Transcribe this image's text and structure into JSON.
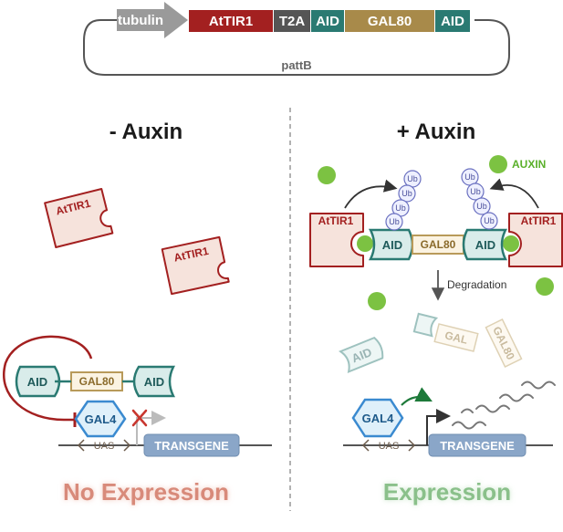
{
  "construct": {
    "promoter": "tubulin",
    "segments": [
      "AtTIR1",
      "T2A",
      "AID",
      "GAL80",
      "AID"
    ],
    "backbone": "pattB"
  },
  "left_panel": {
    "title": "- Auxin",
    "tir1_label": "AtTIR1",
    "aid_label": "AID",
    "gal80_label": "GAL80",
    "gal4_label": "GAL4",
    "uas_label": "UAS",
    "transgene_label": "TRANSGENE",
    "result": "No Expression"
  },
  "right_panel": {
    "title": "+ Auxin",
    "auxin_label": "AUXIN",
    "tir1_label": "AtTIR1",
    "ub_label": "Ub",
    "aid_label": "AID",
    "gal80_label": "GAL80",
    "degradation_label": "Degradation",
    "debris_aid": "AID",
    "debris_gal": "GAL",
    "debris_gal80": "GAL80",
    "gal4_label": "GAL4",
    "uas_label": "UAS",
    "transgene_label": "TRANSGENE",
    "result": "Expression"
  },
  "colors": {
    "tubulin": "#9a9a9a",
    "attir1": "#a32020",
    "t2a": "#555555",
    "aid": "#2a7a72",
    "gal80": "#a88a4a",
    "tir1_fill": "#f6e3dc",
    "gal4": "#3a8ad0",
    "transgene": "#8aa6c8",
    "auxin": "#7cc242",
    "no_expression": "#d88a7a",
    "expression": "#8ac08a"
  }
}
